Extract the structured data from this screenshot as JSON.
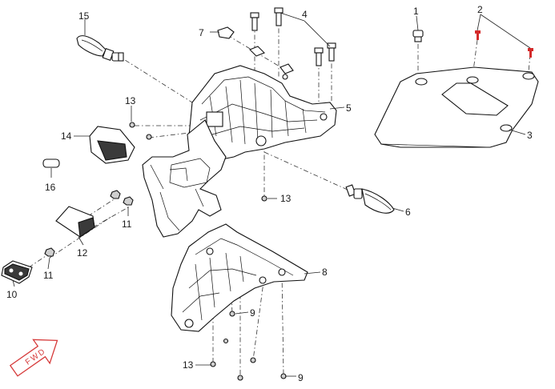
{
  "diagram": {
    "labels": {
      "p1": "1",
      "p2": "2",
      "p3": "3",
      "p4": "4",
      "p5": "5",
      "p6": "6",
      "p7": "7",
      "p8": "8",
      "p9a": "9",
      "p9b": "9",
      "p10": "10",
      "p11a": "11",
      "p11b": "11",
      "p12": "12",
      "p13a": "13",
      "p13b": "13",
      "p13c": "13",
      "p14": "14",
      "p15": "15",
      "p16": "16"
    },
    "fwd_arrow_text": "FWD",
    "colors": {
      "line": "#111111",
      "part_fill": "#ffffff",
      "dark_fill": "#3a3a3a",
      "highlight": "#d42a2a"
    }
  }
}
